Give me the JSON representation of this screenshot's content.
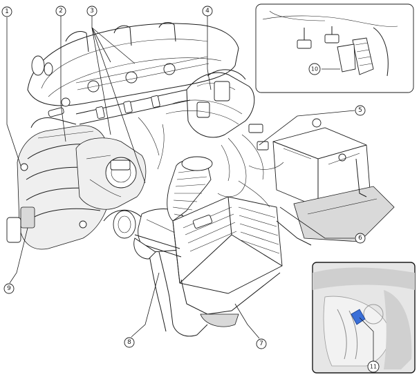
{
  "callouts": [
    {
      "label": "1"
    },
    {
      "label": "2"
    },
    {
      "label": "3"
    },
    {
      "label": "4"
    },
    {
      "label": "5"
    },
    {
      "label": "6"
    },
    {
      "label": "7"
    },
    {
      "label": "8"
    },
    {
      "label": "9"
    },
    {
      "label": "10"
    },
    {
      "label": "11"
    }
  ],
  "colors": {
    "line": "#1a1a1a",
    "sensor_highlight": "#3a6fd8",
    "inset_photo_bg": "#e6e6e6"
  }
}
